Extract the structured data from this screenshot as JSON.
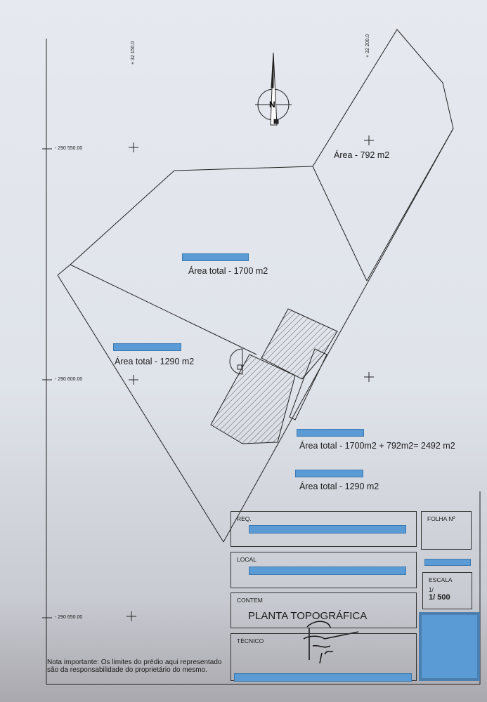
{
  "plan": {
    "north_label": "N",
    "coords": {
      "y1": "- 290 550.00",
      "y2": "- 290 600.00",
      "y3": "- 290 650.00",
      "x1": "+ 32 150.0",
      "x2": "+ 32 200.0"
    },
    "areas": {
      "area_792": "Área - 792 m2",
      "area_1700": "Área total - 1700 m2",
      "area_1290": "Área total - 1290 m2",
      "area_sum": "Área total - 1700m2 + 792m2= 2492 m2",
      "area_1290_b": "Área total - 1290 m2"
    },
    "note": "Nota importante: Os limites do prédio aqui representado são da responsabilidade do proprietário do mesmo."
  },
  "title_block": {
    "req_label": "REQ.",
    "local_label": "LOCAL",
    "contem_label": "CONTEM",
    "contem_value": "PLANTA TOPOGRÁFICA",
    "tecnico_label": "TÉCNICO",
    "folha_label": "FOLHA Nº",
    "escala_label": "ESCALA",
    "escala_line1": "1/",
    "escala_line2": "1/  500"
  },
  "colors": {
    "redaction": "#5b9bd5",
    "line": "#222222"
  }
}
